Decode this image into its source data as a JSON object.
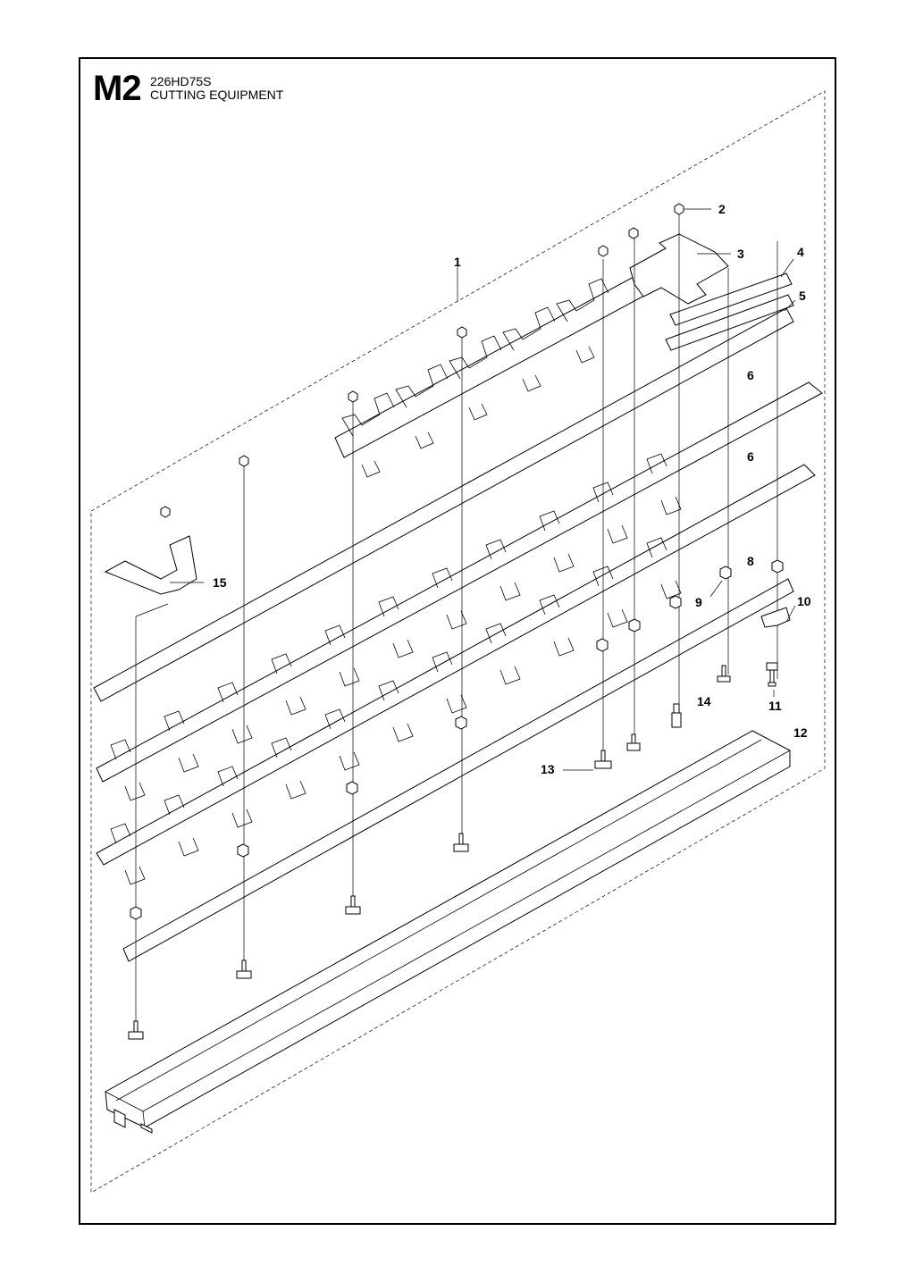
{
  "header": {
    "section_code": "M2",
    "model": "226HD75S",
    "title": "CUTTING EQUIPMENT"
  },
  "callouts": [
    "1",
    "2",
    "3",
    "4",
    "5",
    "6",
    "6",
    "8",
    "9",
    "10",
    "11",
    "12",
    "13",
    "14",
    "15"
  ]
}
